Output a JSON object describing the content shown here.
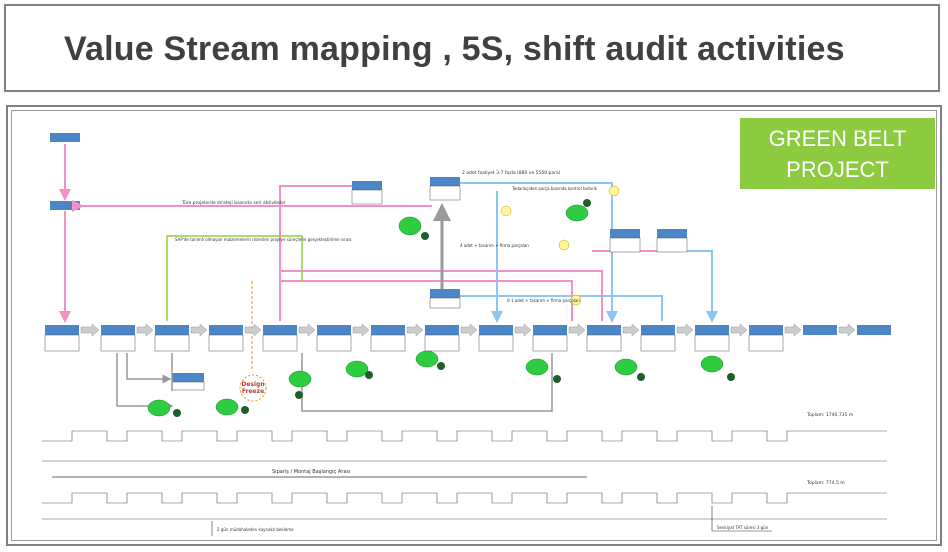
{
  "header": {
    "title": "Value Stream mapping , 5S, shift audit activities"
  },
  "badge": {
    "line1": "GREEN BELT",
    "line2": "PROJECT"
  },
  "diagram": {
    "tag": "Design Freeze",
    "labels": {
      "top_left_note": "Tüm projelerde strateji bazında seri aktiviteler",
      "green_note": "SAP'de tanımlı olmayan malzemelerin istenilen projeye süreçlerin gerçekleştirilme sırası",
      "top_center_note": "2 adet faaliyet 3-7 fazla (880 ve 5500 para)",
      "mid_note": "Tedarikçiden parça bazında kontrol tedarik",
      "line_note": "4 adet + tasarım + firma parçaları",
      "line_note2": "0-1 adet + tasarım + firma parçaları",
      "timeline_label": "Sipariş / Montaj Başlangıç Arası",
      "bottom_note1": "2 gün müdahaleden kaynaklı bekleme",
      "bottom_note2": "Sevkiyat TAT süresi 3 gün",
      "sum1": "Toplam: 1740,735 m",
      "sum2": "Toplam: 774,5 m"
    }
  }
}
